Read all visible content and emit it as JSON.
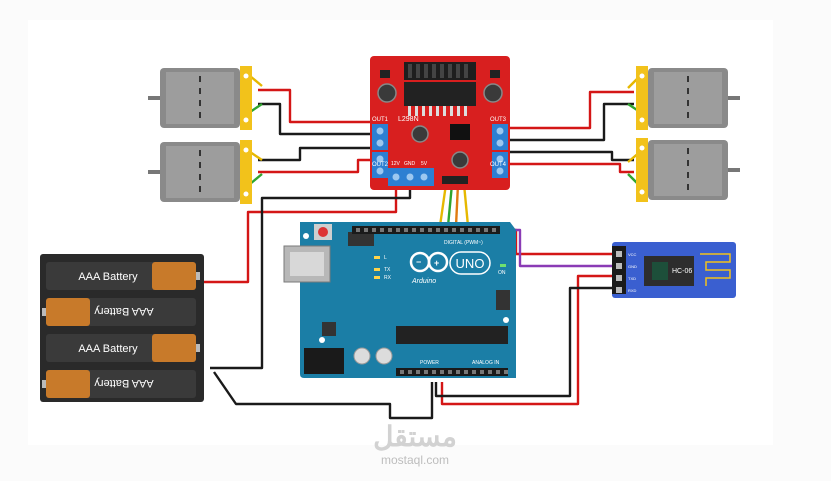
{
  "battery": {
    "cells": [
      {
        "label": "AAA Battery",
        "flipped": false
      },
      {
        "label": "AAA Battery",
        "flipped": true
      },
      {
        "label": "AAA Battery",
        "flipped": false
      },
      {
        "label": "AAA Battery",
        "flipped": true
      }
    ]
  },
  "driver": {
    "model": "L298N",
    "out1": "OUT1",
    "out2": "OUT2",
    "out3": "OUT3",
    "out4": "OUT4",
    "pin_12v": "12V",
    "pin_gnd": "GND",
    "pin_5v": "5V"
  },
  "arduino": {
    "brand": "Arduino",
    "model": "UNO",
    "header_digital": "DIGITAL (PWM~)",
    "header_power": "POWER",
    "header_analog": "ANALOG IN",
    "led_l": "L",
    "led_tx": "TX",
    "led_rx": "RX",
    "on": "ON"
  },
  "bluetooth": {
    "model": "HC-06",
    "pins": [
      "VCC",
      "GND",
      "TXD",
      "RXD"
    ]
  },
  "watermark": {
    "arabic": "مستقل",
    "site": "mostaql.com"
  },
  "colors": {
    "driver_board": "#d81f1f",
    "arduino_board": "#1b7ea6",
    "bluetooth_board": "#3a5fd0",
    "motor_body": "#8a8a8a",
    "motor_cap": "#f2c21b",
    "battery_body": "#2a2a2a",
    "battery_cap": "#c87a2a",
    "wire_red": "#d41616",
    "wire_black": "#1a1a1a",
    "wire_green": "#2fa52f",
    "wire_yellow": "#e6b800",
    "wire_orange": "#e07a10",
    "wire_purple": "#8a3bb5"
  }
}
